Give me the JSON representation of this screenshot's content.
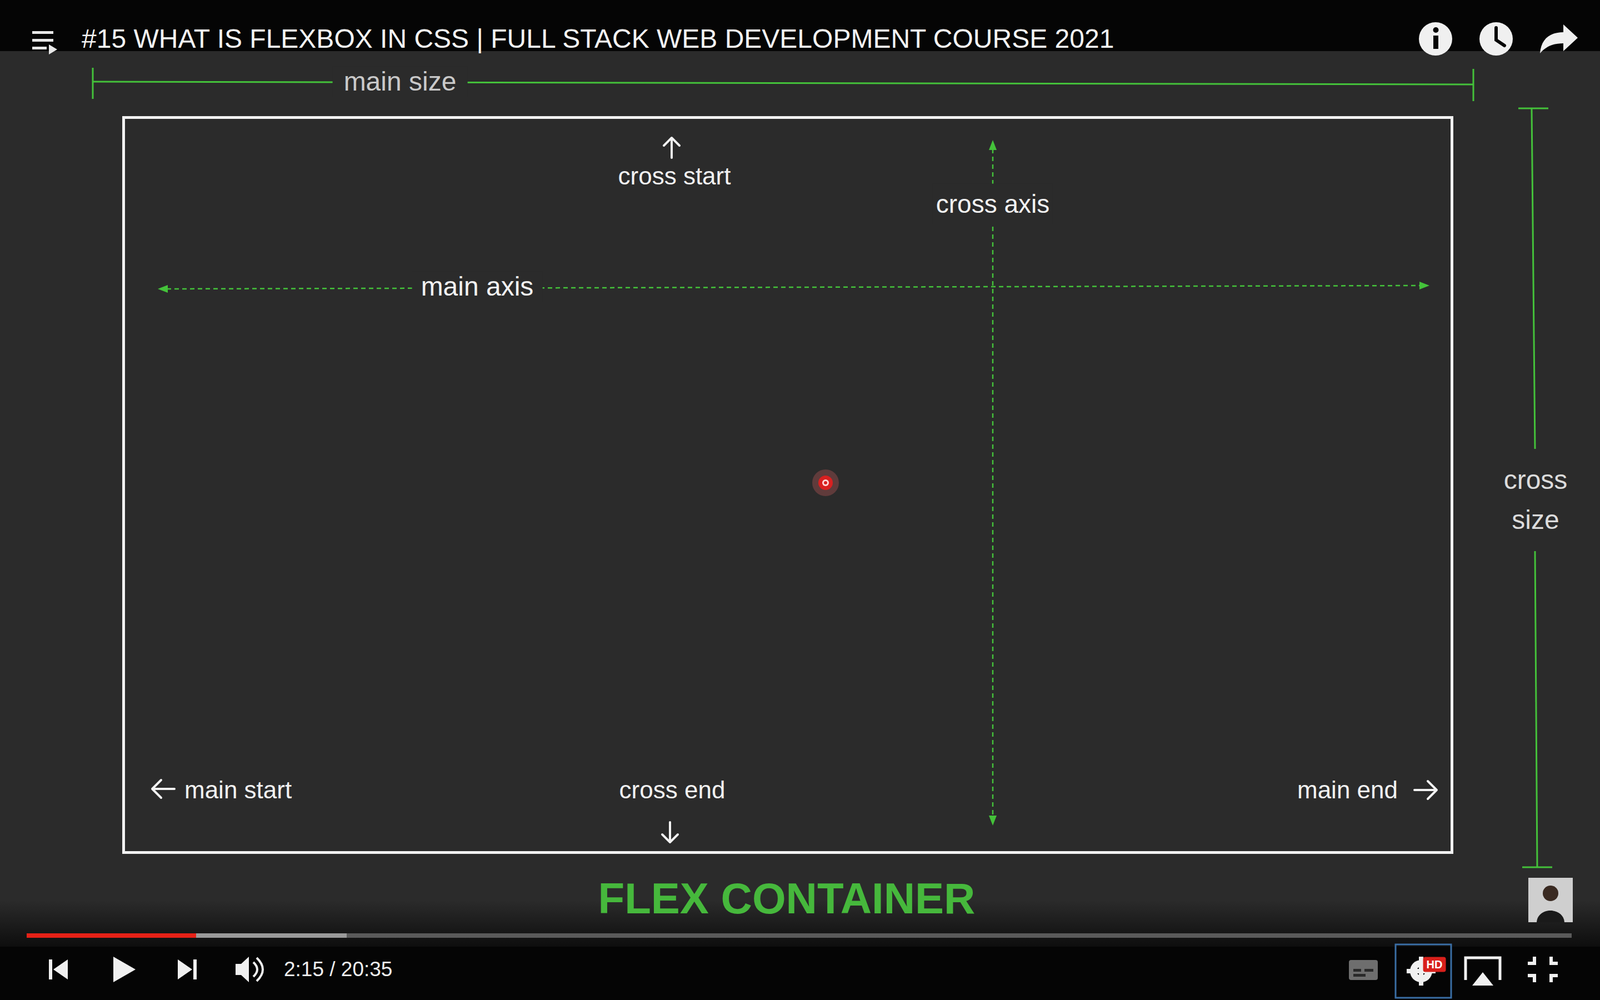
{
  "diagram": {
    "title": "#15 WHAT IS FLEXBOX IN CSS | FULL STACK WEB DEVELOPMENT COURSE 2021",
    "nodes": [
      {
        "text": [
          "cross start",
          "cross axis",
          "main axis",
          "main start",
          "cross end",
          "main end",
          "FLEX CONTAINER"
        ]
      }
    ],
    "labels": [
      "main size",
      "cross size",
      "2:15 / 20:35",
      "HD"
    ]
  }
}
